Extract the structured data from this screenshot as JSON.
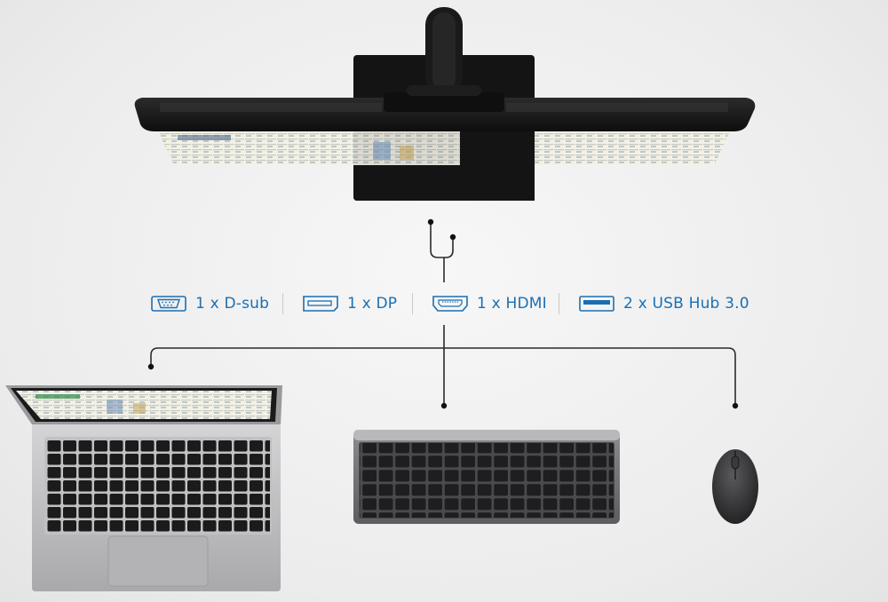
{
  "ports": [
    {
      "icon": "dsub-port-icon",
      "label": "1 x D-sub"
    },
    {
      "icon": "displayport-icon",
      "label": "1 x DP"
    },
    {
      "icon": "hdmi-port-icon",
      "label": "1 x HDMI"
    },
    {
      "icon": "usb-port-icon",
      "label": "2 x USB Hub 3.0"
    }
  ],
  "devices": [
    {
      "icon": "monitor-icon"
    },
    {
      "icon": "laptop-icon"
    },
    {
      "icon": "keyboard-icon"
    },
    {
      "icon": "mouse-icon"
    }
  ],
  "colors": {
    "accent": "#1a6fb3",
    "line": "#2a2a2a",
    "device_dark": "#1c1c1c",
    "device_silver": "#b9b9bb"
  }
}
